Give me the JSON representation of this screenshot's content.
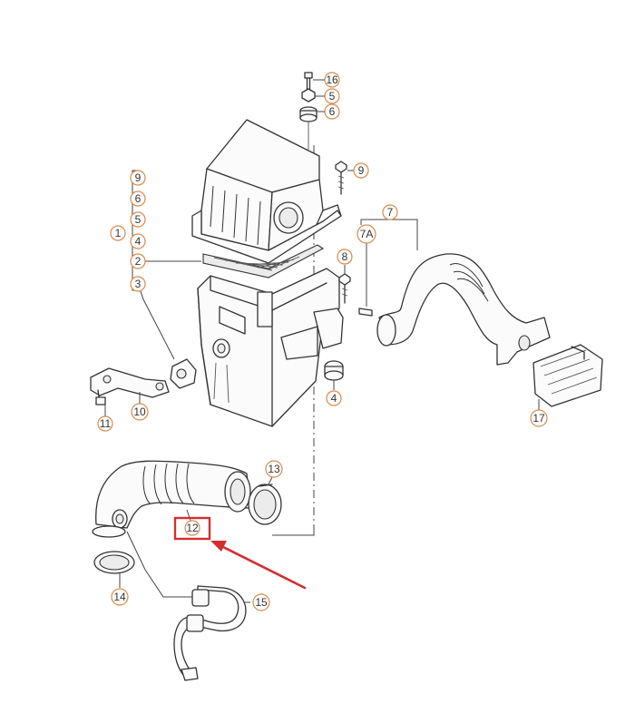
{
  "diagram": {
    "labels": {
      "c16": "16",
      "c5_top": "5",
      "c6_top": "6",
      "c9_right": "9",
      "c9_left": "9",
      "c6_left": "6",
      "c5_left": "5",
      "c1": "1",
      "c4_left": "4",
      "c2": "2",
      "c3": "3",
      "c7": "7",
      "c7a": "7A",
      "c8": "8",
      "c4_lower": "4",
      "c11": "11",
      "c10": "10",
      "c17": "17",
      "c13": "13",
      "c12": "12",
      "c14": "14",
      "c15": "15"
    },
    "highlight": {
      "color": "#d32f2f",
      "target_label": "12"
    }
  }
}
